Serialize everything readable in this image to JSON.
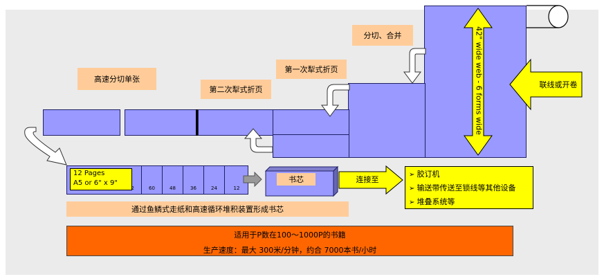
{
  "labels": {
    "high_speed_cut": "高速分切单张",
    "second_plow_fold": "第二次犁式折页",
    "first_plow_fold": "第一次犁式折页",
    "slit_merge": "分切、合并",
    "web_width": "42\" wide web - 6 forms wide",
    "inline_or_roll": "联线或开卷",
    "pages_line1": "12 Pages",
    "pages_line2": "A5 or 6\" x 9\"",
    "book_block": "书芯",
    "connect_to": "连接至",
    "shingle_stack": "通过鱼鳞式走纸和高速循环堆积装置形成书芯"
  },
  "counts": [
    "72",
    "60",
    "48",
    "36",
    "24",
    "12"
  ],
  "destinations": [
    "胶订机",
    "输送带传送至锁线等其他设备",
    "堆叠系统等"
  ],
  "footer": {
    "line1": "适用于P数在100～1000P的书籍",
    "line2": "生产速度：最大 300米/分钟，约合 7000本书/小时"
  },
  "colors": {
    "blue": "#9999ff",
    "tan": "#ffcc99",
    "yellow": "#ffff00",
    "orange": "#ff6600"
  }
}
